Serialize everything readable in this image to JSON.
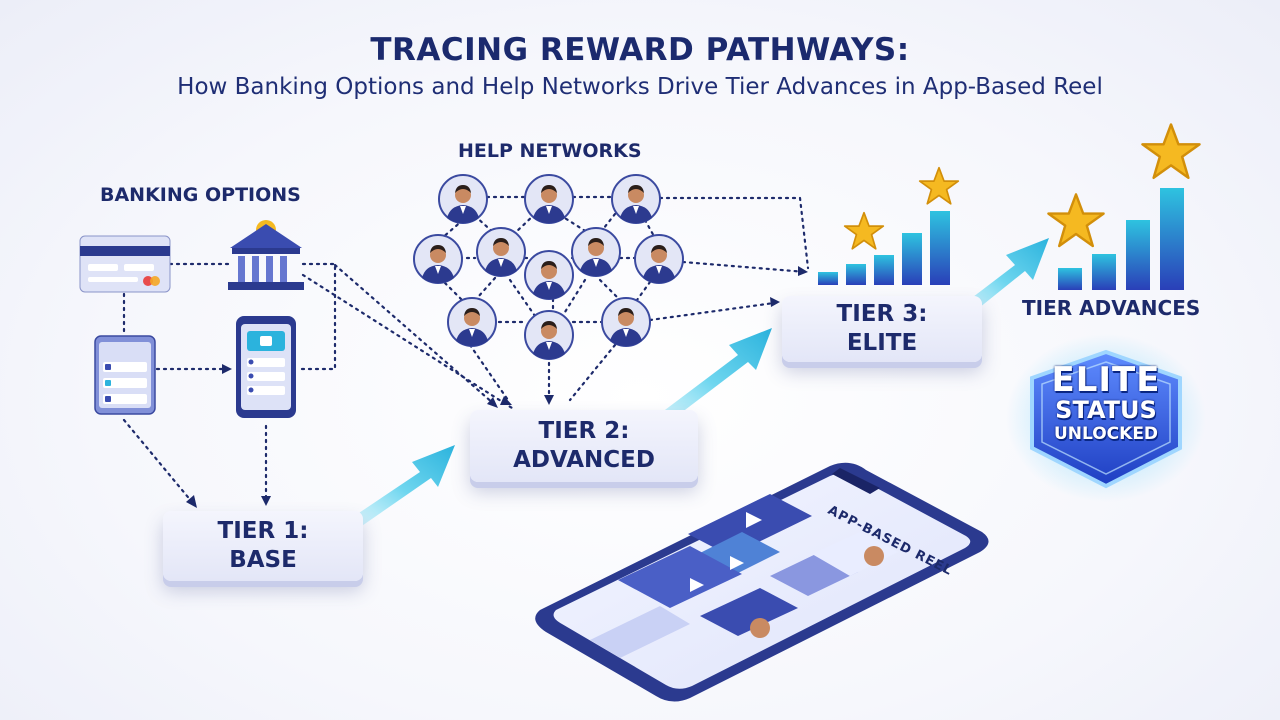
{
  "header": {
    "title": "TRACING REWARD PATHWAYS:",
    "subtitle": "How Banking Options and Help Networks Drive Tier Advances in App-Based Reel"
  },
  "sections": {
    "banking_label": "BANKING OPTIONS",
    "help_label": "HELP NETWORKS",
    "tier_advances_label": "TIER ADVANCES"
  },
  "tiers": [
    {
      "label": "TIER 1:\nBASE"
    },
    {
      "label": "TIER 2:\nADVANCED"
    },
    {
      "label": "TIER 3:\nELITE"
    }
  ],
  "badge": {
    "line1": "ELITE",
    "line2": "STATUS",
    "line3": "UNLOCKED"
  },
  "phone": {
    "app_title": "APP-BASED REEL"
  },
  "colors": {
    "navy": "#1d2a6b",
    "arrow": "#4ec9e8",
    "star": "#f5b921",
    "badge": "#2f5fe0"
  },
  "icons": [
    "credit-card-icon",
    "bank-icon",
    "tablet-icon",
    "mobile-phone-icon",
    "person-avatar-icon",
    "star-icon",
    "bar-chart-icon",
    "shield-badge-icon",
    "smartphone-icon"
  ]
}
